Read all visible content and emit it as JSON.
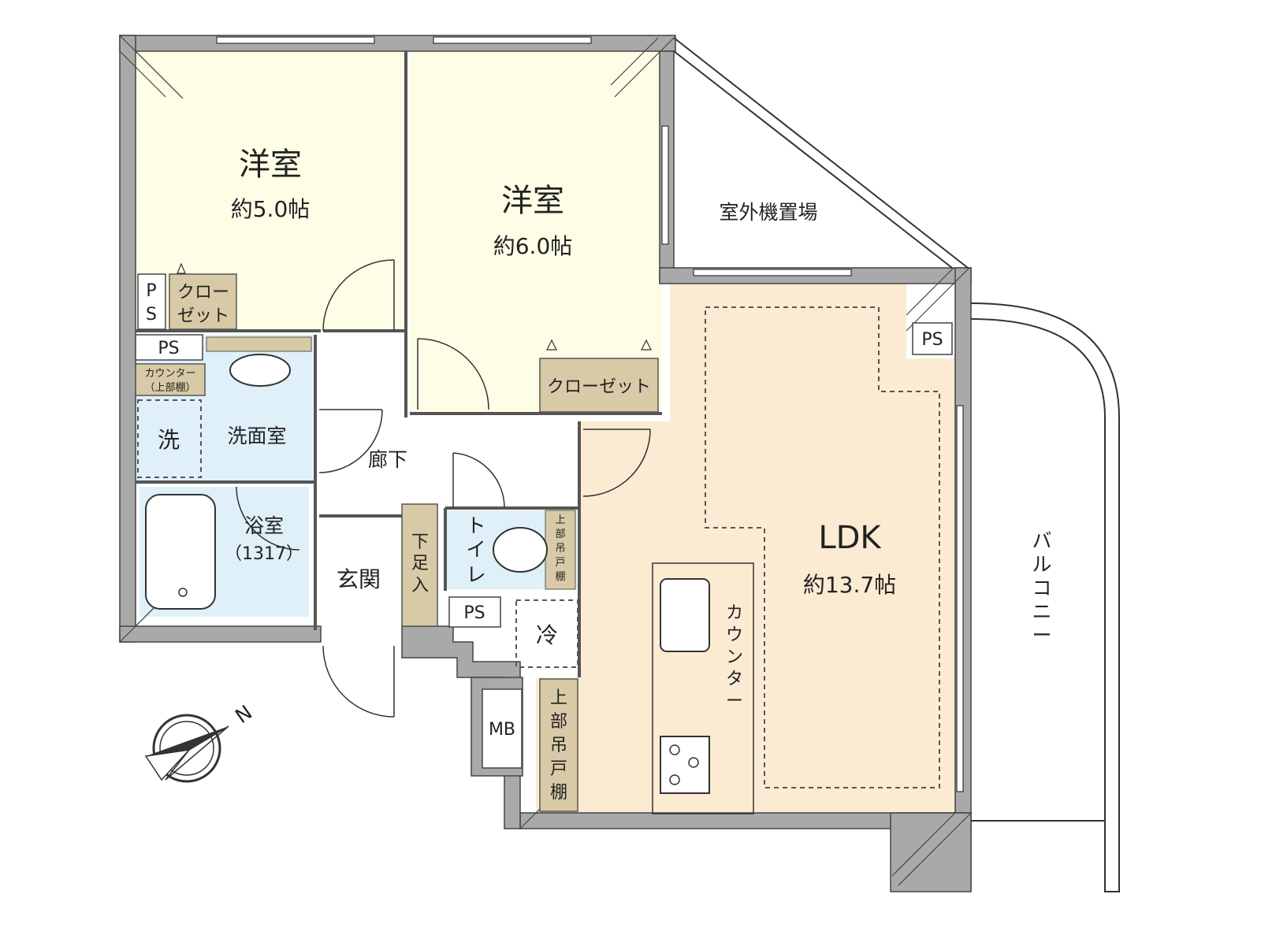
{
  "colors": {
    "bedroom": "#fefee6",
    "ldk": "#fcebd3",
    "wet": "#dff0f8",
    "storage": "#d8caa6",
    "wall": "#a9a9a9"
  },
  "rooms": {
    "bedroom1": {
      "name": "洋室",
      "area": "約5.0帖"
    },
    "bedroom2": {
      "name": "洋室",
      "area": "約6.0帖"
    },
    "ldk": {
      "name": "LDK",
      "area": "約13.7帖"
    },
    "outdoor_unit": "室外機置場",
    "balcony": [
      "バ",
      "ル",
      "コ",
      "ニ",
      "ー"
    ],
    "washroom": "洗面室",
    "washer": "洗",
    "bath": {
      "name": "浴室",
      "size": "（1317）"
    },
    "hall": "廊下",
    "entrance": "玄関",
    "toilet": [
      "ト",
      "イ",
      "レ"
    ],
    "fridge": "冷"
  },
  "storage": {
    "closet_small": [
      "クロー",
      "ゼット"
    ],
    "closet_bedroom2": "クローゼット",
    "counter_shelf": [
      "カウンター",
      "（上部棚）"
    ],
    "shoe_box": [
      "下",
      "足",
      "入"
    ],
    "toilet_shelf": [
      "上",
      "部",
      "吊",
      "戸",
      "棚"
    ],
    "kitchen_shelf": [
      "上",
      "部",
      "吊",
      "戸",
      "棚"
    ],
    "kitchen_counter": [
      "カ",
      "ウ",
      "ン",
      "タ",
      "ー"
    ]
  },
  "labels": {
    "ps_v": [
      "P",
      "S"
    ],
    "ps": "PS",
    "mb": "MB",
    "north": "N"
  }
}
